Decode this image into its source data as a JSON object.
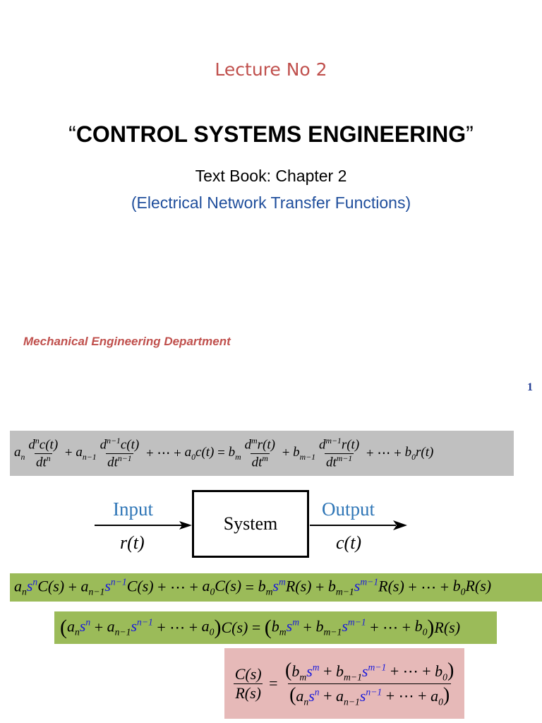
{
  "colors": {
    "red": "#c0504d",
    "blue": "#1f4e9c",
    "navy": "#1f3a93",
    "gray": "#c0c0c0",
    "green": "#9bbb59",
    "pink": "#e6b9b8",
    "s_var": "#1a1adb",
    "io_label": "#2e75b6"
  },
  "slide1": {
    "lecture": "Lecture  No 2",
    "title_open_quote": "“",
    "title_text": "CONTROL SYSTEMS ENGINEERING",
    "title_close_quote": "”",
    "textbook": "Text Book: Chapter 2",
    "subtitle": "(Electrical Network Transfer Functions)",
    "department": "Mechanical Engineering Department",
    "page_number": "1"
  },
  "slide2": {
    "diagram": {
      "input_label": "Input",
      "input_signal": "r(t)",
      "block_label": "System",
      "output_label": "Output",
      "output_signal": "c(t)"
    }
  }
}
